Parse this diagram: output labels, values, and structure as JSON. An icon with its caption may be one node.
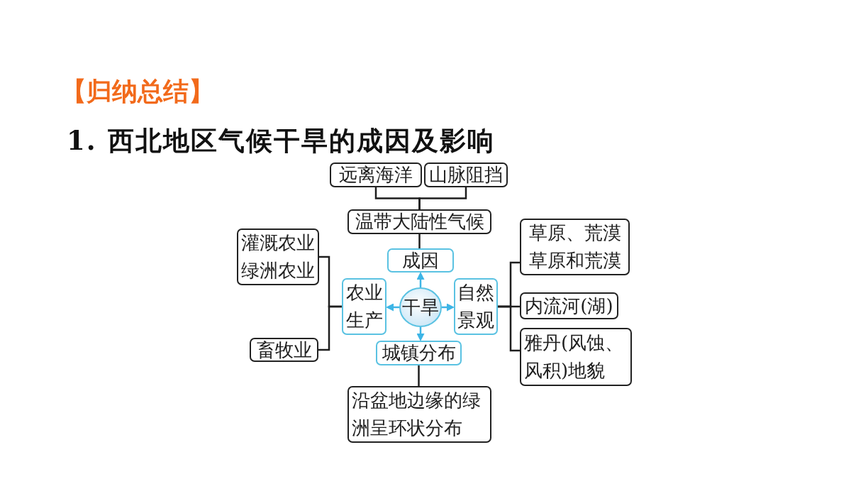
{
  "diagram": {
    "title": "1. 西北地区气候干旱的成因及影响",
    "nodes": [
      {
        "text": [
          "远离海洋"
        ]
      },
      {
        "text": [
          "山脉阻挡"
        ]
      },
      {
        "text": [
          "温带大陆性气候"
        ]
      },
      {
        "text": [
          "灌溉农业",
          "绿洲农业"
        ]
      },
      {
        "text": [
          "成因"
        ]
      },
      {
        "text": [
          "草原、荒漠草原和荒漠"
        ]
      },
      {
        "text": [
          "农业生产"
        ]
      },
      {
        "text": [
          "干旱"
        ]
      },
      {
        "text": [
          "自然景观"
        ]
      },
      {
        "text": [
          "内流河(湖)"
        ]
      },
      {
        "text": [
          "畜牧业"
        ]
      },
      {
        "text": [
          "城镇分布"
        ]
      },
      {
        "text": [
          "雅丹(风蚀、风积)地貌"
        ]
      },
      {
        "text": [
          "沿盆地边缘的绿洲呈环状分布"
        ]
      }
    ],
    "edges": [
      {
        "from": 0,
        "to": 2,
        "arrow": "none"
      },
      {
        "from": 1,
        "to": 2,
        "arrow": "none"
      },
      {
        "from": 2,
        "to": 4,
        "arrow": "none"
      },
      {
        "from": 7,
        "to": 4,
        "arrow": "to",
        "color": "#3db5e6"
      },
      {
        "from": 7,
        "to": 6,
        "arrow": "to",
        "color": "#3db5e6"
      },
      {
        "from": 7,
        "to": 8,
        "arrow": "to",
        "color": "#3db5e6"
      },
      {
        "from": 7,
        "to": 11,
        "arrow": "to",
        "color": "#3db5e6"
      },
      {
        "from": 6,
        "to": 3,
        "arrow": "none"
      },
      {
        "from": 6,
        "to": 10,
        "arrow": "none"
      },
      {
        "from": 8,
        "to": 5,
        "arrow": "none"
      },
      {
        "from": 8,
        "to": 9,
        "arrow": "none"
      },
      {
        "from": 8,
        "to": 12,
        "arrow": "none"
      },
      {
        "from": 11,
        "to": 13,
        "arrow": "none"
      }
    ],
    "labels": [
      "【归纳总结】"
    ]
  }
}
